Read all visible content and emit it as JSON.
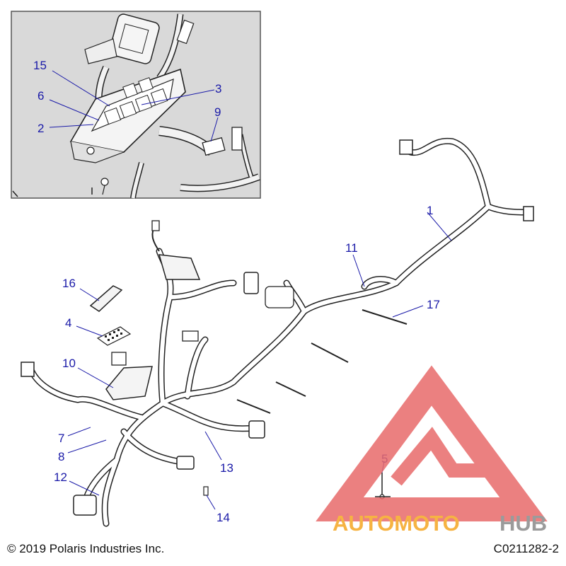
{
  "callouts": [
    "1",
    "2",
    "3",
    "4",
    "5",
    "6",
    "7",
    "8",
    "9",
    "10",
    "11",
    "12",
    "13",
    "14",
    "15",
    "16",
    "17"
  ],
  "footer": {
    "copyright": "© 2019 Polaris Industries Inc.",
    "part_code": "C0211282-2"
  },
  "watermark": {
    "brand_orange": "AUTOMOTO",
    "brand_gray": "HUB",
    "colors": {
      "triangle": "#e86a6a",
      "orange": "#f5a623",
      "gray": "#8a8a8a"
    }
  },
  "colors": {
    "callout": "#1a1aa8",
    "inset_bg": "#d9d9d9",
    "line": "#222222"
  }
}
